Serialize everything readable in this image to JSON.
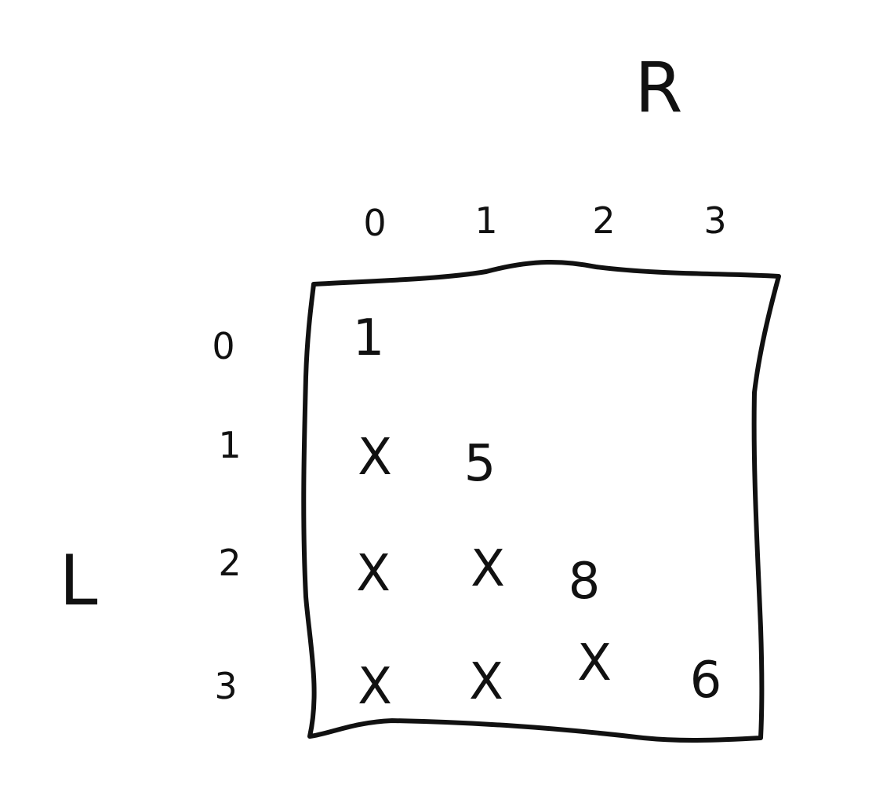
{
  "diagram": {
    "row_axis_label": "L",
    "column_axis_label": "R",
    "column_indices": [
      "0",
      "1",
      "2",
      "3"
    ],
    "row_indices": [
      "0",
      "1",
      "2",
      "3"
    ],
    "cells": [
      [
        "1",
        "",
        "",
        ""
      ],
      [
        "X",
        "5",
        "",
        ""
      ],
      [
        "X",
        "X",
        "8",
        ""
      ],
      [
        "X",
        "X",
        "X",
        "6"
      ]
    ],
    "ink_color": "#111111"
  }
}
